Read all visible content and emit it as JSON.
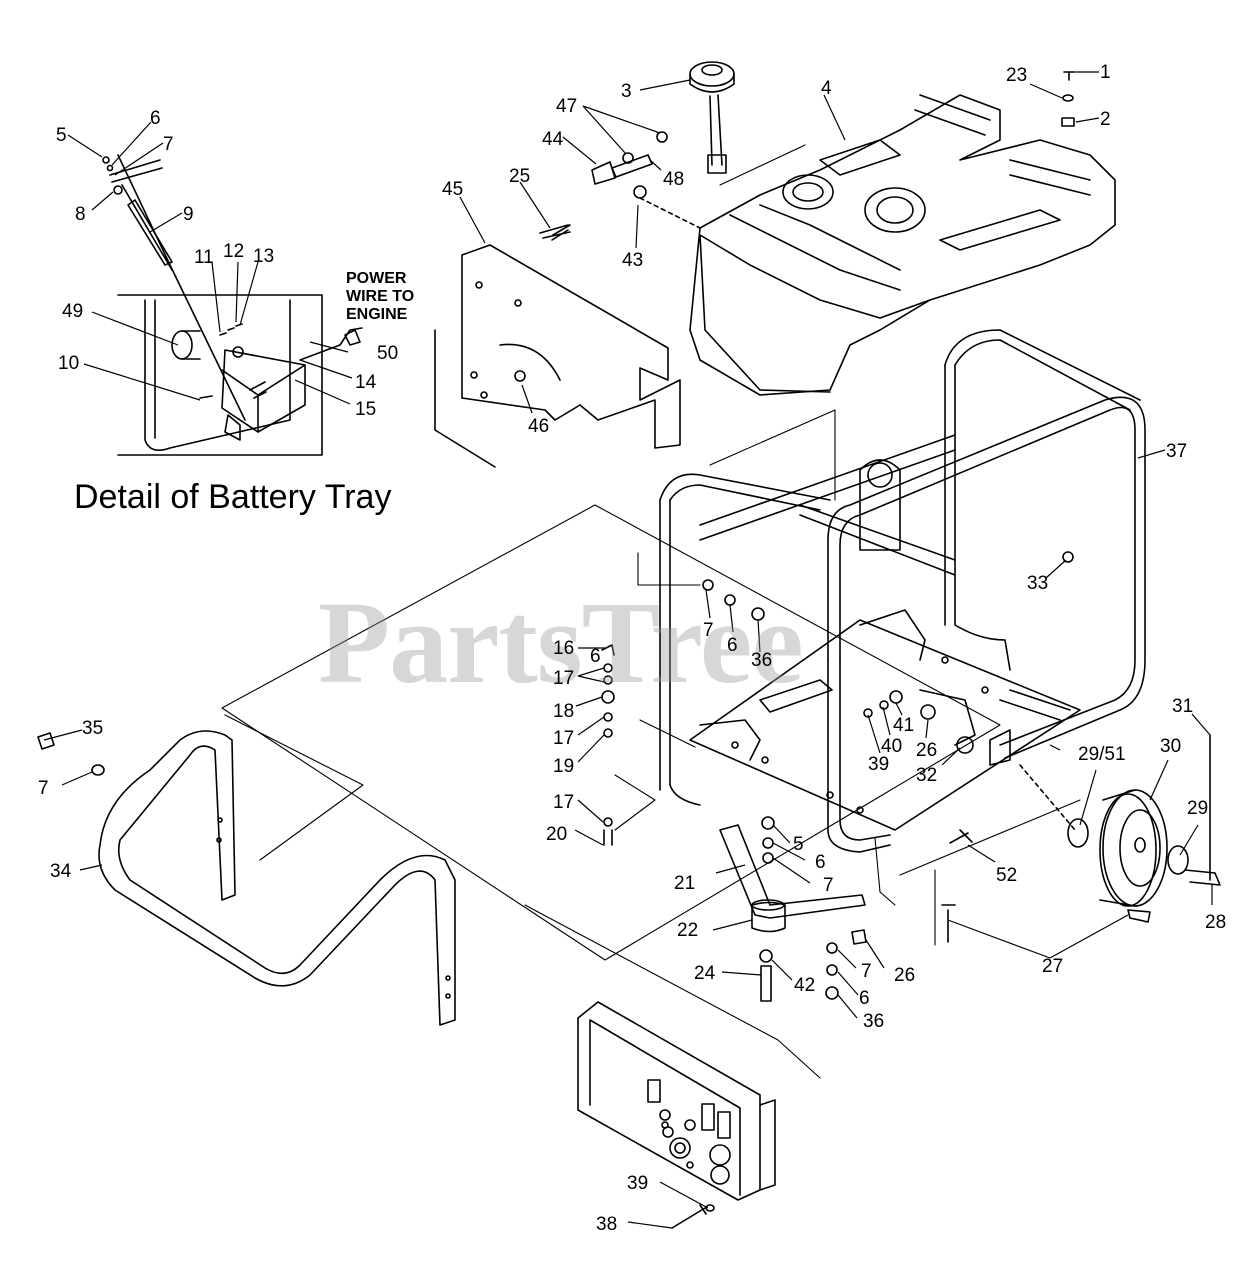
{
  "title": "Detail of Battery Tray",
  "note_lines": [
    "POWER",
    "WIRE TO",
    "ENGINE"
  ],
  "watermark": "PartsTree",
  "callouts": [
    "1",
    "2",
    "3",
    "4",
    "5",
    "6",
    "7",
    "8",
    "9",
    "10",
    "11",
    "12",
    "13",
    "14",
    "15",
    "16",
    "17",
    "17",
    "17",
    "18",
    "19",
    "20",
    "21",
    "22",
    "23",
    "24",
    "25",
    "26",
    "26",
    "27",
    "28",
    "29",
    "29/51",
    "30",
    "31",
    "32",
    "33",
    "34",
    "35",
    "36",
    "36",
    "37",
    "38",
    "39",
    "39",
    "40",
    "41",
    "42",
    "43",
    "44",
    "45",
    "46",
    "47",
    "48",
    "49",
    "50",
    "52",
    "5",
    "6",
    "6",
    "7",
    "7",
    "7",
    "7",
    "6"
  ]
}
